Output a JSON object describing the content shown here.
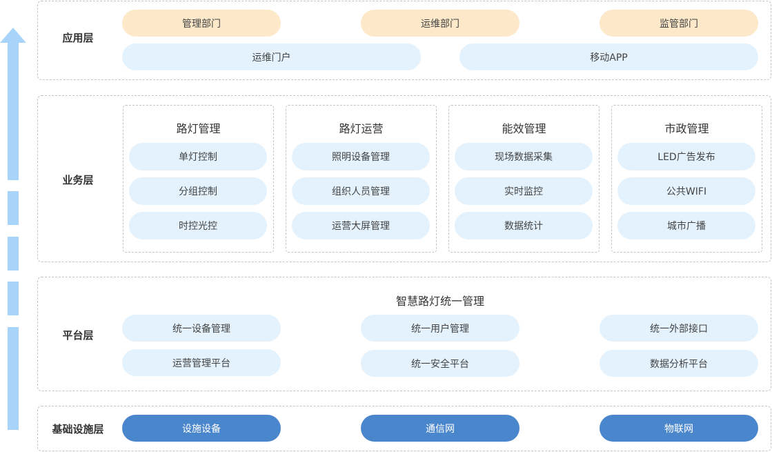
{
  "colors": {
    "arrow": "#a9d4fa",
    "pill_orange": "#fde9c9",
    "pill_light": "#e3f2fd",
    "pill_dark": "#4a86cc",
    "border": "#c4c4c4"
  },
  "application_layer": {
    "label": "应用层",
    "row1": [
      "管理部门",
      "运维部门",
      "监管部门"
    ],
    "row2": [
      "运维门户",
      "移动APP"
    ]
  },
  "business_layer": {
    "label": "业务层",
    "groups": [
      {
        "title": "路灯管理",
        "items": [
          "单灯控制",
          "分组控制",
          "时控光控"
        ]
      },
      {
        "title": "路灯运营",
        "items": [
          "照明设备管理",
          "组织人员管理",
          "运营大屏管理"
        ]
      },
      {
        "title": "能效管理",
        "items": [
          "现场数据采集",
          "实时监控",
          "数据统计"
        ]
      },
      {
        "title": "市政管理",
        "items": [
          "LED广告发布",
          "公共WIFI",
          "城市广播"
        ]
      }
    ]
  },
  "platform_layer": {
    "label": "平台层",
    "title": "智慧路灯统一管理",
    "row1": [
      "统一设备管理",
      "统一用户管理",
      "统一外部接口"
    ],
    "row2": [
      "运营管理平台",
      "统一安全平台",
      "数据分析平台"
    ]
  },
  "infrastructure_layer": {
    "label": "基础设施层",
    "items": [
      "设施设备",
      "通信网",
      "物联网"
    ]
  }
}
